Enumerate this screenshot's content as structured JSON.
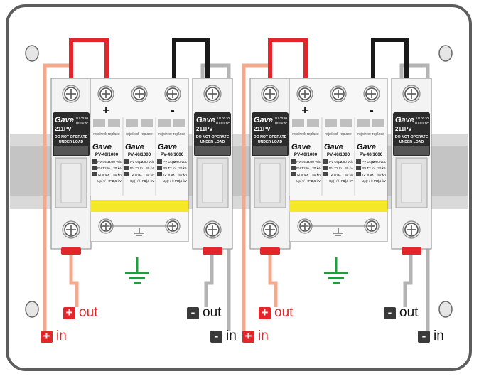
{
  "colors": {
    "positive_wire": "#e3262c",
    "negative_wire": "#1a1a1a",
    "positive_lead": "#f2a98d",
    "negative_lead": "#b3b3b3",
    "ground": "#1aa23a",
    "indicator_band": "#f4e829"
  },
  "isolator": {
    "brand": "Gave",
    "model": "211PV",
    "rating": "10.3x38\n1000Vdc",
    "warning_line1": "DO NOT OPERATE",
    "warning_line2": "UNDER LOAD"
  },
  "spd": {
    "terminal_plus": "+",
    "terminal_minus": "-",
    "status": "rojo/red: replace",
    "brand": "Gave",
    "model": "PV-40/1000",
    "spec_rows": [
      {
        "tag": "PV",
        "name": "Ucpv",
        "value": "1060 Vdc"
      },
      {
        "tag": "PV",
        "tag2": "T2",
        "name": "In",
        "value": "20 kA"
      },
      {
        "tag": "T2",
        "name": "Imax",
        "value": "40 kA"
      },
      {
        "tag": "",
        "name": "Up(+/-/+PE)",
        "value": "3,6 kV"
      }
    ]
  },
  "legend": {
    "pos_sign": "+",
    "neg_sign": "-",
    "out_label": "out",
    "in_label": "in"
  }
}
